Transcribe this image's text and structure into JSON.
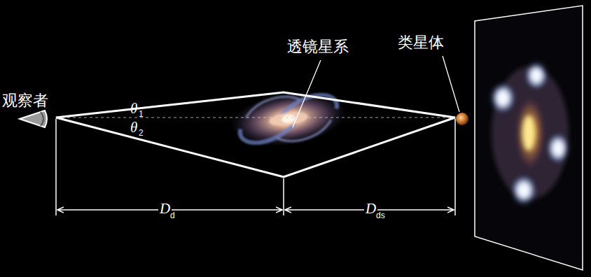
{
  "diagram": {
    "labels": [
      "观察者",
      "θ",
      "1",
      "θ",
      "2",
      "透镜星系",
      "类星体",
      "D",
      "d",
      "D",
      "ds"
    ]
  }
}
